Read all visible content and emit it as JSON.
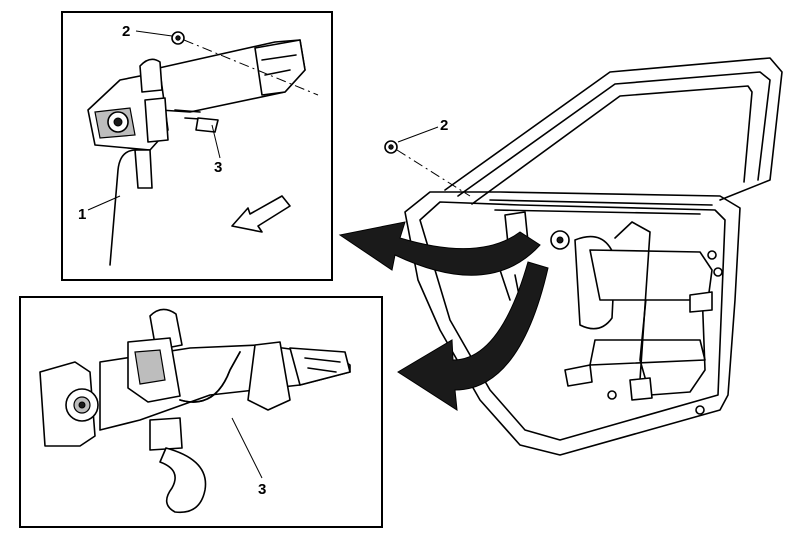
{
  "callouts": {
    "top_panel": {
      "fastener": "2",
      "cable": "1",
      "handle_bracket": "3"
    },
    "door": {
      "fastener": "2"
    },
    "bottom_panel": {
      "handle_bracket": "3"
    }
  },
  "colors": {
    "line": "#000000",
    "fill": "#ffffff",
    "shade": "#bdbdbd"
  },
  "icons": {
    "forward_arrow": "arrow-left-down-icon"
  }
}
